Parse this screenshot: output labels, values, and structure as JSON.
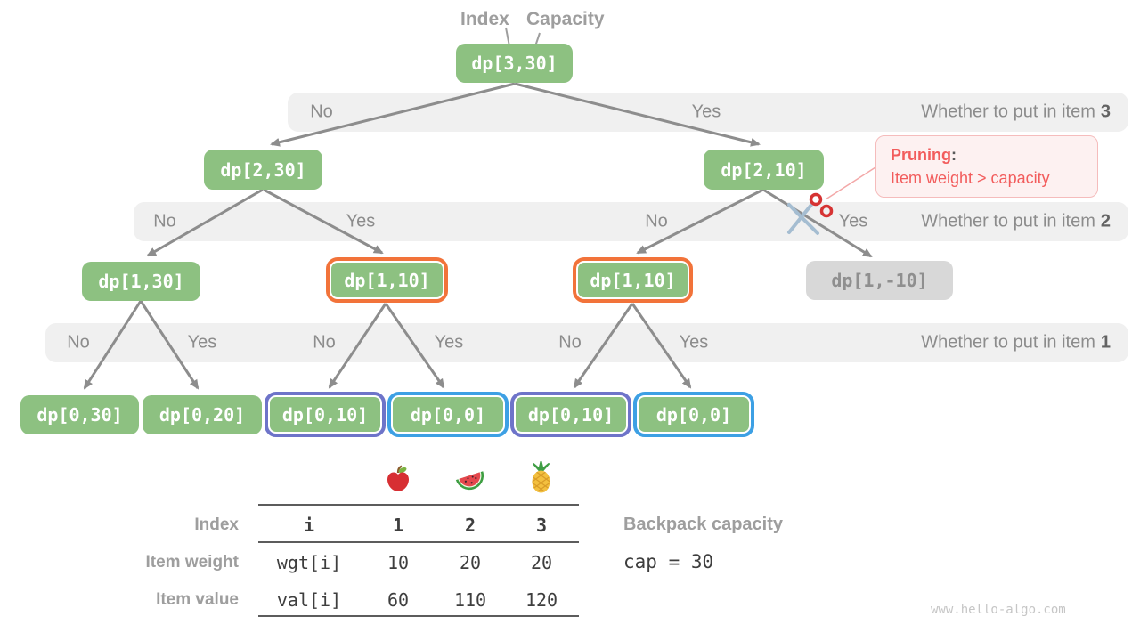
{
  "header": {
    "index_label": "Index",
    "capacity_label": "Capacity"
  },
  "nodes": [
    {
      "label": "dp[3,30]",
      "style": "green"
    },
    {
      "label": "dp[2,30]",
      "style": "green"
    },
    {
      "label": "dp[2,10]",
      "style": "green"
    },
    {
      "label": "dp[1,30]",
      "style": "green"
    },
    {
      "label": "dp[1,10]",
      "style": "orange-ring"
    },
    {
      "label": "dp[1,10]",
      "style": "orange-ring"
    },
    {
      "label": "dp[1,-10]",
      "style": "gray-pruned"
    },
    {
      "label": "dp[0,30]",
      "style": "green"
    },
    {
      "label": "dp[0,20]",
      "style": "green"
    },
    {
      "label": "dp[0,10]",
      "style": "purple-ring"
    },
    {
      "label": "dp[0,0]",
      "style": "blue-ring"
    },
    {
      "label": "dp[0,10]",
      "style": "purple-ring"
    },
    {
      "label": "dp[0,0]",
      "style": "blue-ring"
    }
  ],
  "bands": [
    {
      "labels": [
        "No",
        "Yes"
      ],
      "question": "Whether to put in item",
      "item": "3"
    },
    {
      "labels": [
        "No",
        "Yes",
        "No",
        "Yes"
      ],
      "question": "Whether to put in item",
      "item": "2"
    },
    {
      "labels": [
        "No",
        "Yes",
        "No",
        "Yes",
        "No",
        "Yes"
      ],
      "question": "Whether to put in item",
      "item": "1"
    }
  ],
  "pruning": {
    "title": "Pruning",
    "separator": ":",
    "detail": "Item weight > capacity"
  },
  "table": {
    "fruit_icons": [
      "apple-icon",
      "watermelon-icon",
      "pineapple-icon"
    ],
    "rows": [
      {
        "label": "Index",
        "cells": [
          "i",
          "1",
          "2",
          "3"
        ]
      },
      {
        "label": "Item weight",
        "cells": [
          "wgt[i]",
          "10",
          "20",
          "20"
        ]
      },
      {
        "label": "Item value",
        "cells": [
          "val[i]",
          "60",
          "110",
          "120"
        ]
      }
    ]
  },
  "capacity_note": {
    "label": "Backpack capacity",
    "code": "cap = 30"
  },
  "watermark": "www.hello-algo.com",
  "colors": {
    "node_green": "#8dc181",
    "pruned_gray": "#d8d8d8",
    "highlight_orange": "#f2733a",
    "highlight_purple": "#6e74c9",
    "highlight_blue": "#3da0e4",
    "pruning_red": "#f25c5c",
    "band_gray": "#f0f0f0",
    "arrow_gray": "#8d8d8d"
  }
}
